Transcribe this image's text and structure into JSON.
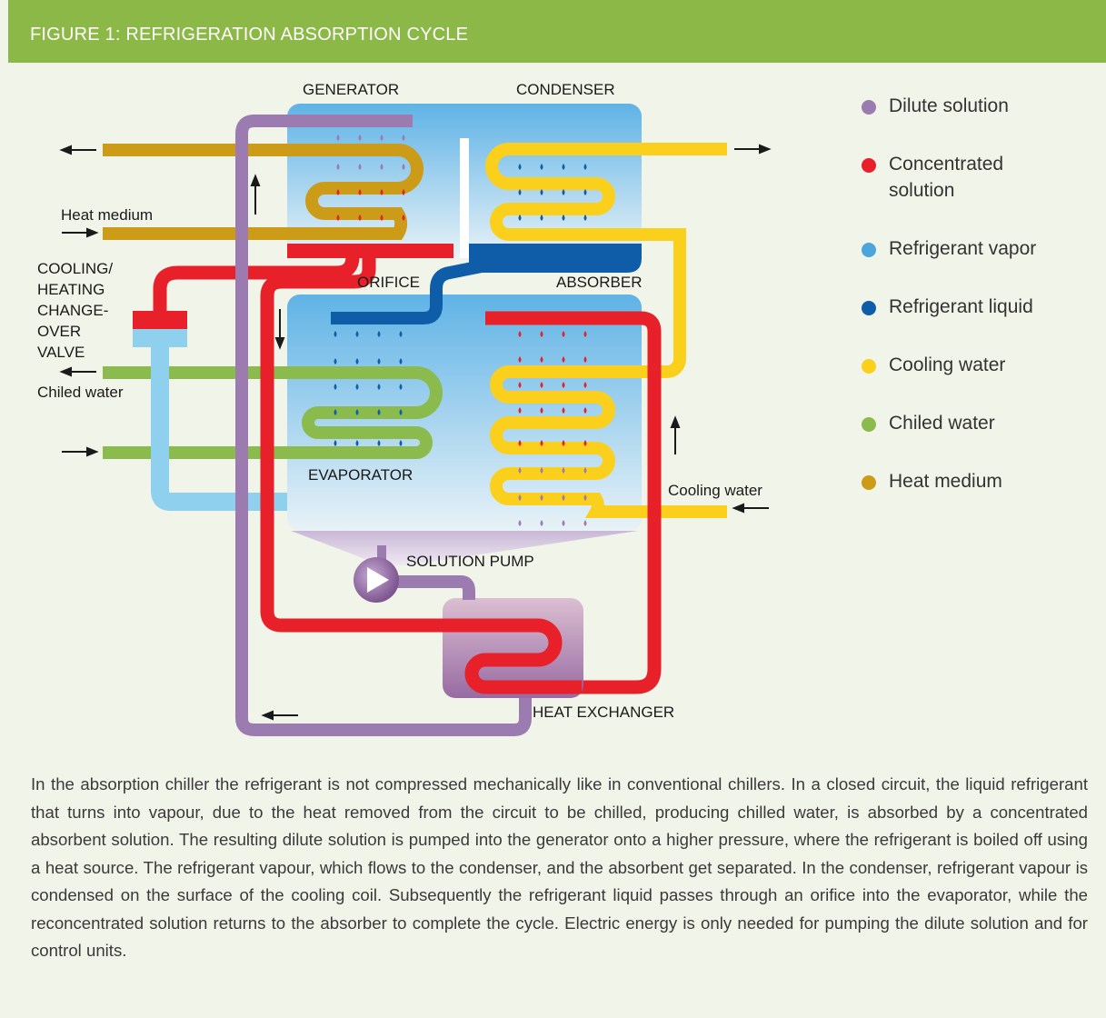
{
  "figure": {
    "title": "FIGURE 1: REFRIGERATION ABSORPTION CYCLE"
  },
  "diagram": {
    "labels": {
      "generator": "GENERATOR",
      "condenser": "CONDENSER",
      "orifice": "ORIFICE",
      "absorber": "ABSORBER",
      "evaporator": "EVAPORATOR",
      "solution_pump": "SOLUTION PUMP",
      "heat_exchanger": "HEAT EXCHANGER",
      "heat_medium": "Heat medium",
      "changeover_valve": [
        "COOLING/",
        "HEATING",
        "CHANGE-",
        "OVER",
        "VALVE"
      ],
      "chilled_water": "Chiled water",
      "cooling_water": "Cooling water"
    },
    "colors": {
      "dilute_solution": "#9b7bb0",
      "concentrated_solution": "#e8202a",
      "refrigerant_vapor": "#4ea5dc",
      "refrigerant_liquid": "#0f5ca8",
      "cooling_water": "#fbd01d",
      "chilled_water": "#8bbb4c",
      "heat_medium": "#cc9b17"
    }
  },
  "legend": {
    "items": [
      {
        "label": "Dilute solution",
        "color": "#9b7bb0"
      },
      {
        "label": "Concentrated solution",
        "color": "#e8202a"
      },
      {
        "label": "Refrigerant vapor",
        "color": "#4ea5dc"
      },
      {
        "label": "Refrigerant liquid",
        "color": "#0f5ca8"
      },
      {
        "label": "Cooling water",
        "color": "#fbd01d"
      },
      {
        "label": "Chiled water",
        "color": "#8bbb4c"
      },
      {
        "label": "Heat medium",
        "color": "#cc9b17"
      }
    ]
  },
  "description": "In the absorption chiller the refrigerant is not compressed mechanically like in conventional chillers. In a closed circuit, the liquid refrigerant that turns into vapour, due to the heat removed from the circuit to be chilled, producing chilled water, is absorbed by a concentrated absorbent solution. The resulting dilute solution is pumped into the generator onto a higher pressure, where the refrigerant is boiled off using a heat source. The refrigerant vapour, which flows to the condenser, and the absorbent get separated. In the condenser, refrigerant vapour is condensed on the surface of the cooling coil. Subsequently the refrigerant liquid passes through an orifice into the evaporator, while the reconcentrated solution returns to the absorber to complete the cycle. Electric energy is only needed for pumping the dilute solution and for control units."
}
